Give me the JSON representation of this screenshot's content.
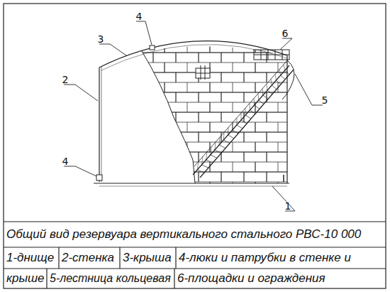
{
  "diagram": {
    "title": "Общий вид резервуара вертикального стального РВС-10 000",
    "labels": [
      "4",
      "3",
      "6",
      "2",
      "5",
      "4",
      "1",
      "1-днище",
      "2-стенка",
      "3-крыша",
      "4-люки и патрубки в стенке и",
      "крыше",
      "5-лестница кольцевая",
      "6-площадки и ограждения"
    ]
  }
}
